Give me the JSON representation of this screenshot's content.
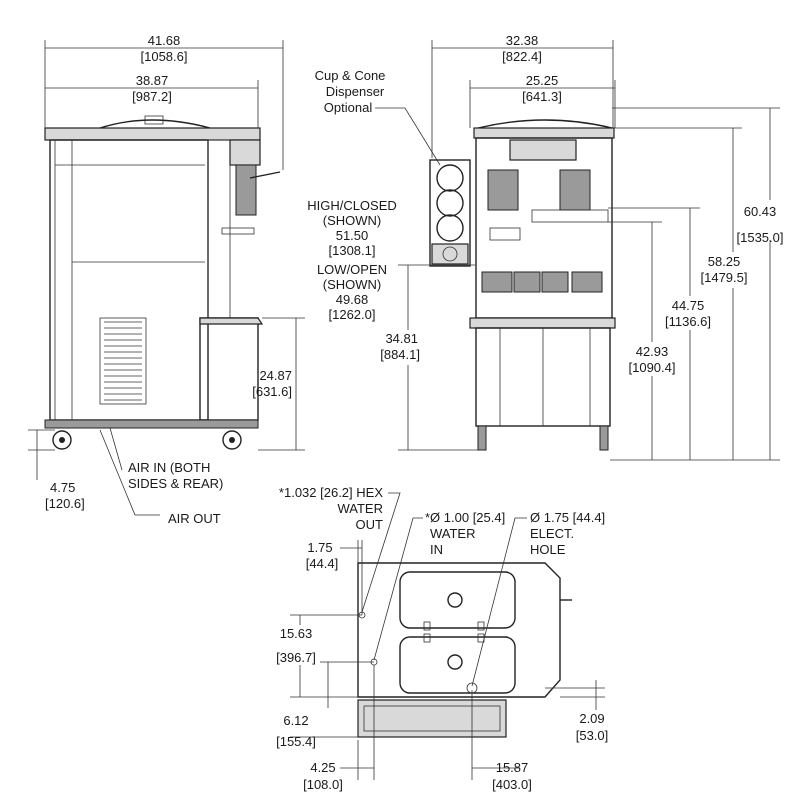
{
  "side_view": {
    "overall_width": {
      "in": "41.68",
      "mm": "[1058.6]"
    },
    "body_width": {
      "in": "38.87",
      "mm": "[987.2]"
    },
    "counter_height": {
      "in": "24.87",
      "mm": "[631.6]"
    },
    "caster_height": {
      "in": "4.75",
      "mm": "[120.6]"
    },
    "air_in": [
      "AIR IN (BOTH",
      "SIDES & REAR)"
    ],
    "air_out": "AIR OUT"
  },
  "front_view": {
    "overall_width": {
      "in": "32.38",
      "mm": "[822.4]"
    },
    "body_width": {
      "in": "25.25",
      "mm": "[641.3]"
    },
    "cup_cone": [
      "Cup & Cone",
      "Dispenser",
      "Optional"
    ],
    "high_closed": [
      "HIGH/CLOSED",
      "(SHOWN)",
      "51.50",
      "[1308.1]"
    ],
    "low_open": [
      "LOW/OPEN",
      "(SHOWN)",
      "49.68",
      "[1262.0]"
    ],
    "drip_height": {
      "in": "34.81",
      "mm": "[884.1]"
    },
    "height_60": {
      "in": "60.43",
      "mm": "[1535.0]"
    },
    "height_58": {
      "in": "58.25",
      "mm": "[1479.5]"
    },
    "height_44": {
      "in": "44.75",
      "mm": "[1136.6]"
    },
    "height_42": {
      "in": "42.93",
      "mm": "[1090.4]"
    }
  },
  "top_view": {
    "hex_water_out": [
      "*1.032 [26.2] HEX",
      "WATER",
      "OUT"
    ],
    "water_in": [
      "*Ø 1.00 [25.4]",
      "WATER",
      "IN"
    ],
    "elect_hole": [
      "Ø 1.75 [44.4]",
      "ELECT.",
      "HOLE"
    ],
    "dim_175": {
      "in": "1.75",
      "mm": "[44.4]"
    },
    "dim_1563": {
      "in": "15.63",
      "mm": "[396.7]"
    },
    "dim_612": {
      "in": "6.12",
      "mm": "[155.4]"
    },
    "dim_425": {
      "in": "4.25",
      "mm": "[108.0]"
    },
    "dim_1587": {
      "in": "15.87",
      "mm": "[403.0]"
    },
    "dim_209": {
      "in": "2.09",
      "mm": "[53.0]"
    }
  }
}
